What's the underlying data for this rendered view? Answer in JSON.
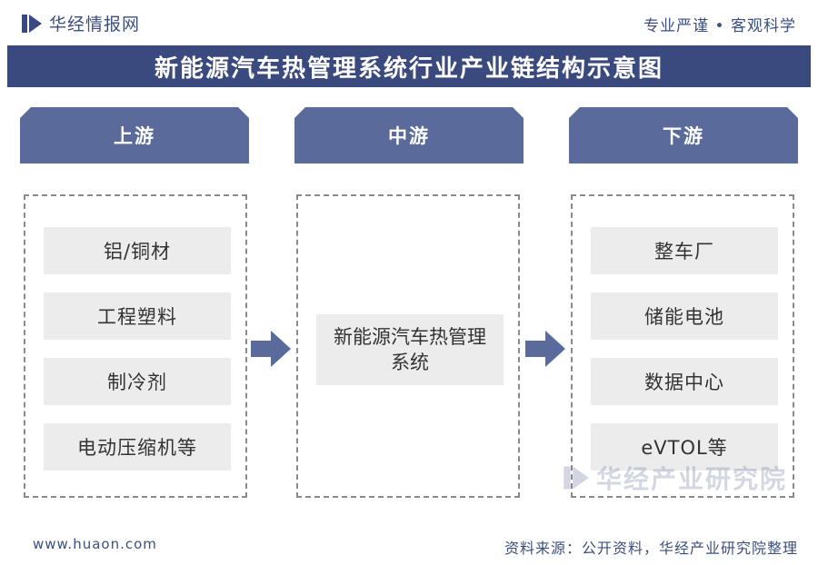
{
  "header": {
    "brand": "华经情报网",
    "slogan": "专业严谨 • 客观科学"
  },
  "title": "新能源汽车热管理系统行业产业链结构示意图",
  "stages": {
    "upstream": {
      "label": "上游",
      "items": [
        "铝/铜材",
        "工程塑料",
        "制冷剂",
        "电动压缩机等"
      ]
    },
    "midstream": {
      "label": "中游",
      "items": [
        "新能源汽车热管理系统"
      ]
    },
    "downstream": {
      "label": "下游",
      "items": [
        "整车厂",
        "储能电池",
        "数据中心",
        "eVTOL等"
      ]
    }
  },
  "watermark": "华经产业研究院",
  "footer": {
    "url": "www.huaon.com",
    "source": "资料来源：公开资料，华经产业研究院整理"
  },
  "colors": {
    "brand": "#3a4a7e",
    "tab": "#5a6a9a",
    "item_bg": "#ececec",
    "arrow": "#5a6a9a"
  },
  "icons": {
    "logo": "huaon-logo-icon",
    "arrow": "right-arrow-icon"
  }
}
